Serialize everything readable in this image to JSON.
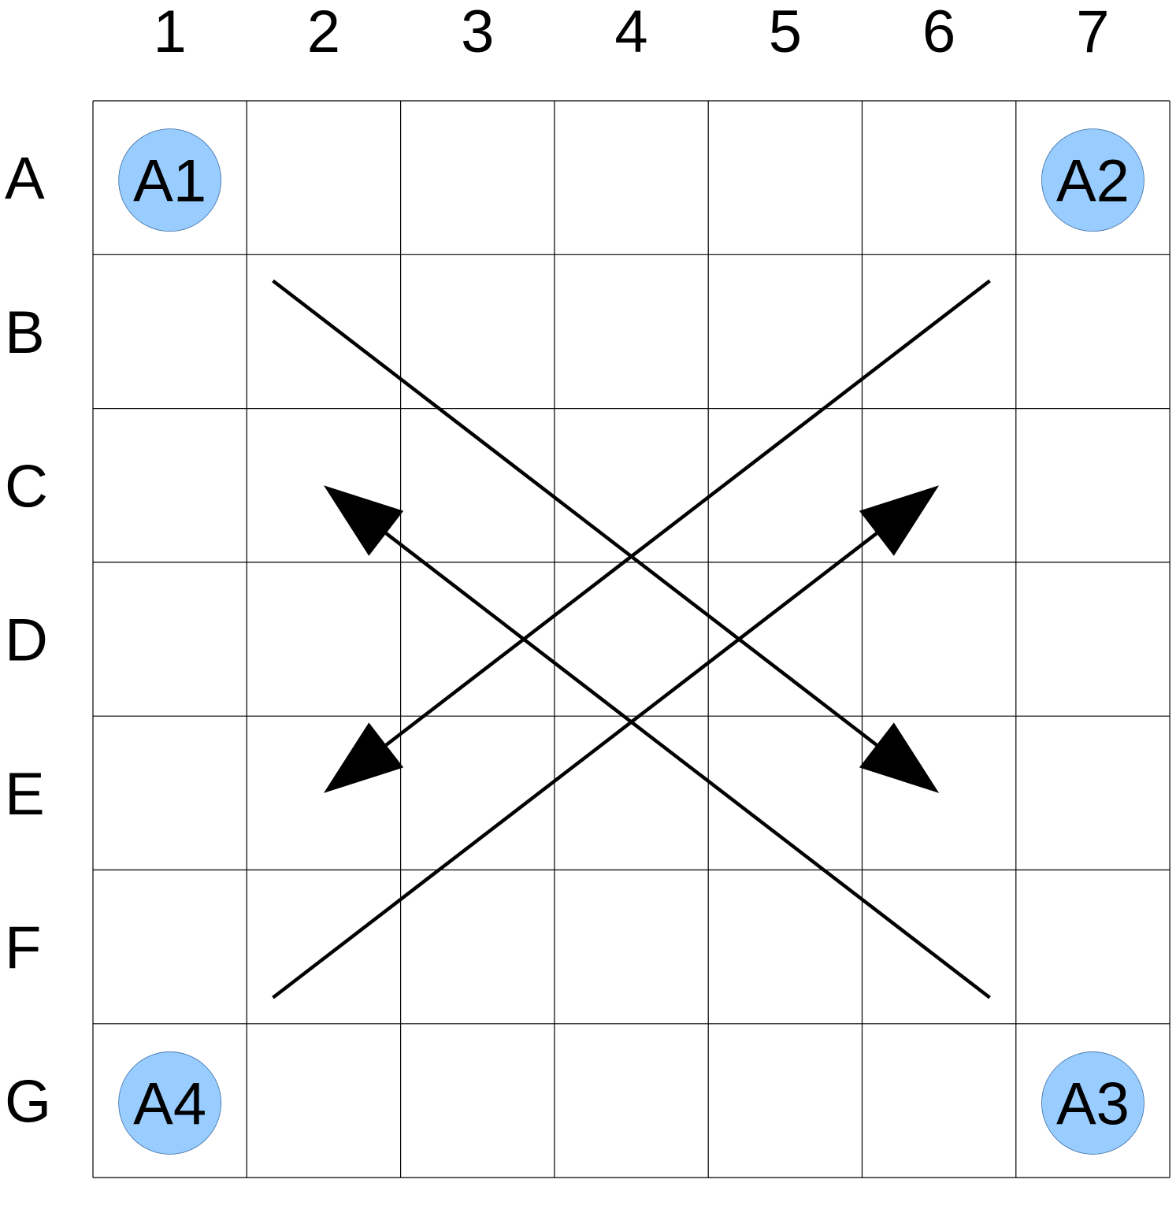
{
  "grid": {
    "columns": [
      "1",
      "2",
      "3",
      "4",
      "5",
      "6",
      "7"
    ],
    "rows": [
      "A",
      "B",
      "C",
      "D",
      "E",
      "F",
      "G"
    ],
    "line_color": "#000000"
  },
  "nodes": [
    {
      "id": "A1",
      "label": "A1",
      "row": "A",
      "col": "1"
    },
    {
      "id": "A2",
      "label": "A2",
      "row": "A",
      "col": "7"
    },
    {
      "id": "A3",
      "label": "A3",
      "row": "G",
      "col": "7"
    },
    {
      "id": "A4",
      "label": "A4",
      "row": "G",
      "col": "1"
    }
  ],
  "node_fill": "#99ccff",
  "arrows": [
    {
      "name": "arrow-f6-to-c2",
      "from": "F6",
      "to": "C2"
    },
    {
      "name": "arrow-b2-to-e6",
      "from": "B2",
      "to": "E6"
    },
    {
      "name": "arrow-b6-to-e2",
      "from": "B6",
      "to": "E2"
    },
    {
      "name": "arrow-f2-to-c6",
      "from": "F2",
      "to": "C6"
    }
  ],
  "arrow_color": "#000000"
}
